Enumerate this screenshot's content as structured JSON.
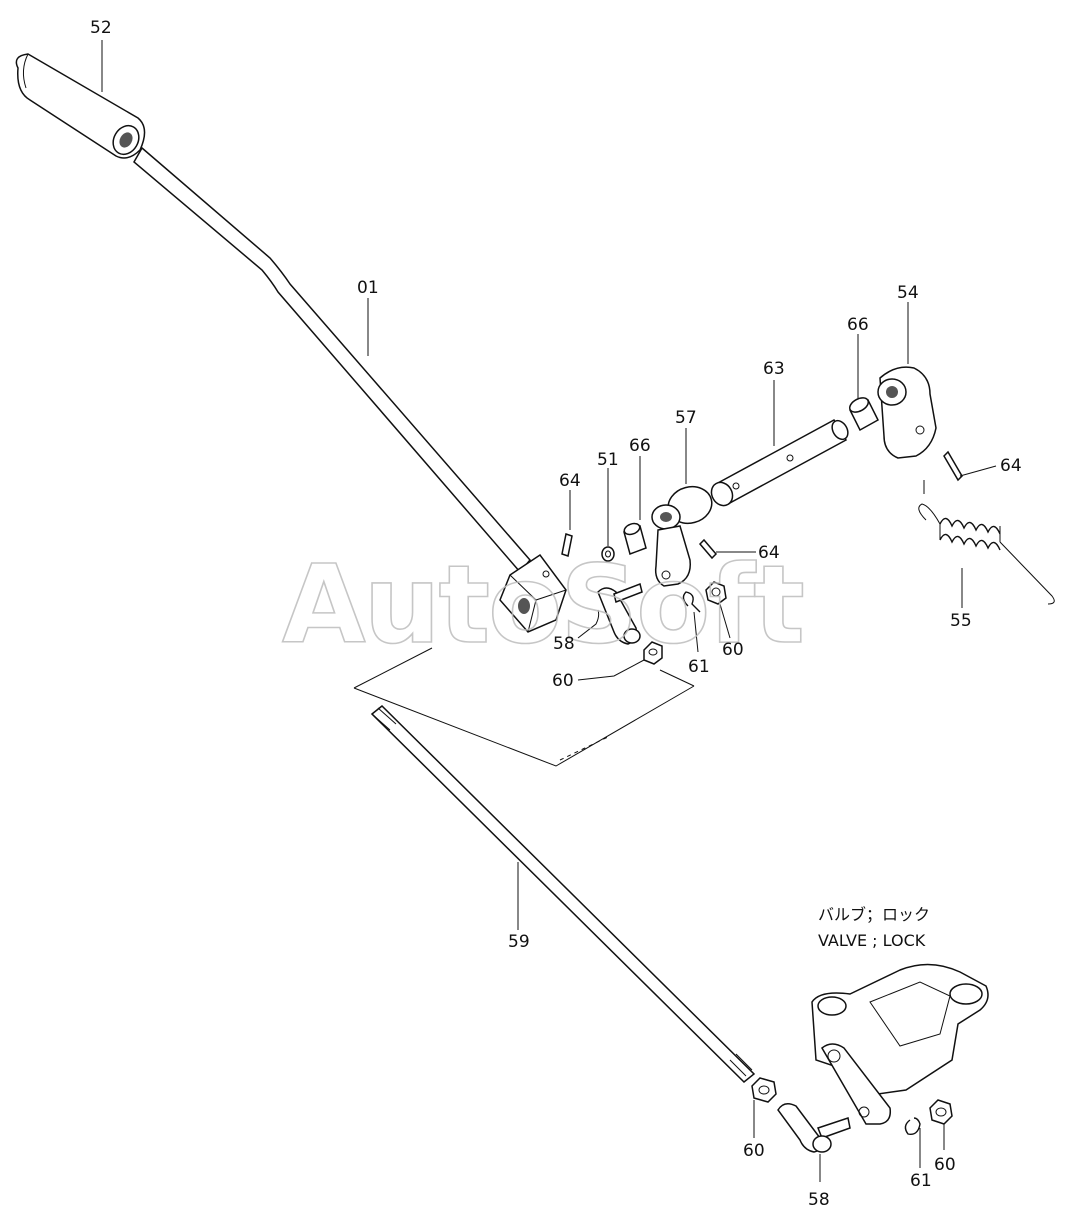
{
  "diagram": {
    "labels": {
      "l52": "52",
      "l01": "01",
      "l54": "54",
      "l66a": "66",
      "l63": "63",
      "l57": "57",
      "l66b": "66",
      "l51": "51",
      "l64a": "64",
      "l64b": "64",
      "l64c": "64",
      "l55": "55",
      "l58a": "58",
      "l60a": "60",
      "l61a": "61",
      "l60b": "60",
      "l59": "59",
      "l60c": "60",
      "l58b": "58",
      "l61b": "61",
      "l60d": "60"
    },
    "note": {
      "jp": "バルブ；ロック",
      "en": "VALVE ; LOCK"
    },
    "watermark": "AutoSoft"
  }
}
